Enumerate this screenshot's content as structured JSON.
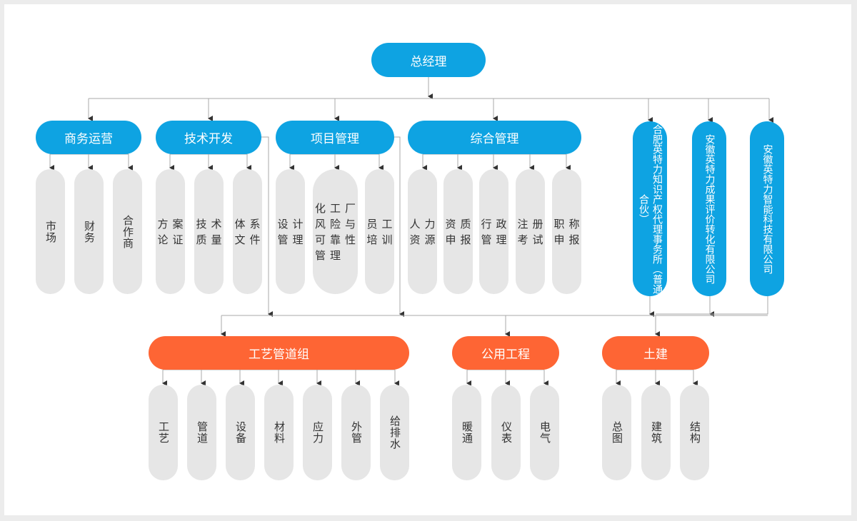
{
  "root": "总经理",
  "departments": {
    "business": {
      "label": "商务运营",
      "items": [
        "市场",
        "财务",
        "合作商"
      ]
    },
    "tech": {
      "label": "技术开发",
      "items": [
        "方案论证",
        "技术质量",
        "体系文件"
      ]
    },
    "project": {
      "label": "项目管理",
      "items": [
        "设计管理",
        "化工厂风险与可靠性管理",
        "员工培训"
      ]
    },
    "general": {
      "label": "综合管理",
      "items": [
        "人力资源",
        "资质申报",
        "行政管理",
        "注册考试",
        "职称申报"
      ]
    }
  },
  "affiliates": [
    "合肥英特力知识产权代理事务所（普通合伙）",
    "安徽英特力成果评价转化有限公司",
    "安徽英特力智能科技有限公司"
  ],
  "groups": {
    "process": {
      "label": "工艺管道组",
      "items": [
        "工艺",
        "管道",
        "设备",
        "材料",
        "应力",
        "外管",
        "给排水"
      ]
    },
    "utility": {
      "label": "公用工程",
      "items": [
        "暖通",
        "仪表",
        "电气"
      ]
    },
    "civil": {
      "label": "土建",
      "items": [
        "总图",
        "建筑",
        "结构"
      ]
    }
  },
  "colors": {
    "blue": "#0ea3e2",
    "orange": "#fe6534",
    "gray": "#e6e6e6",
    "line": "#aaaaaa"
  }
}
